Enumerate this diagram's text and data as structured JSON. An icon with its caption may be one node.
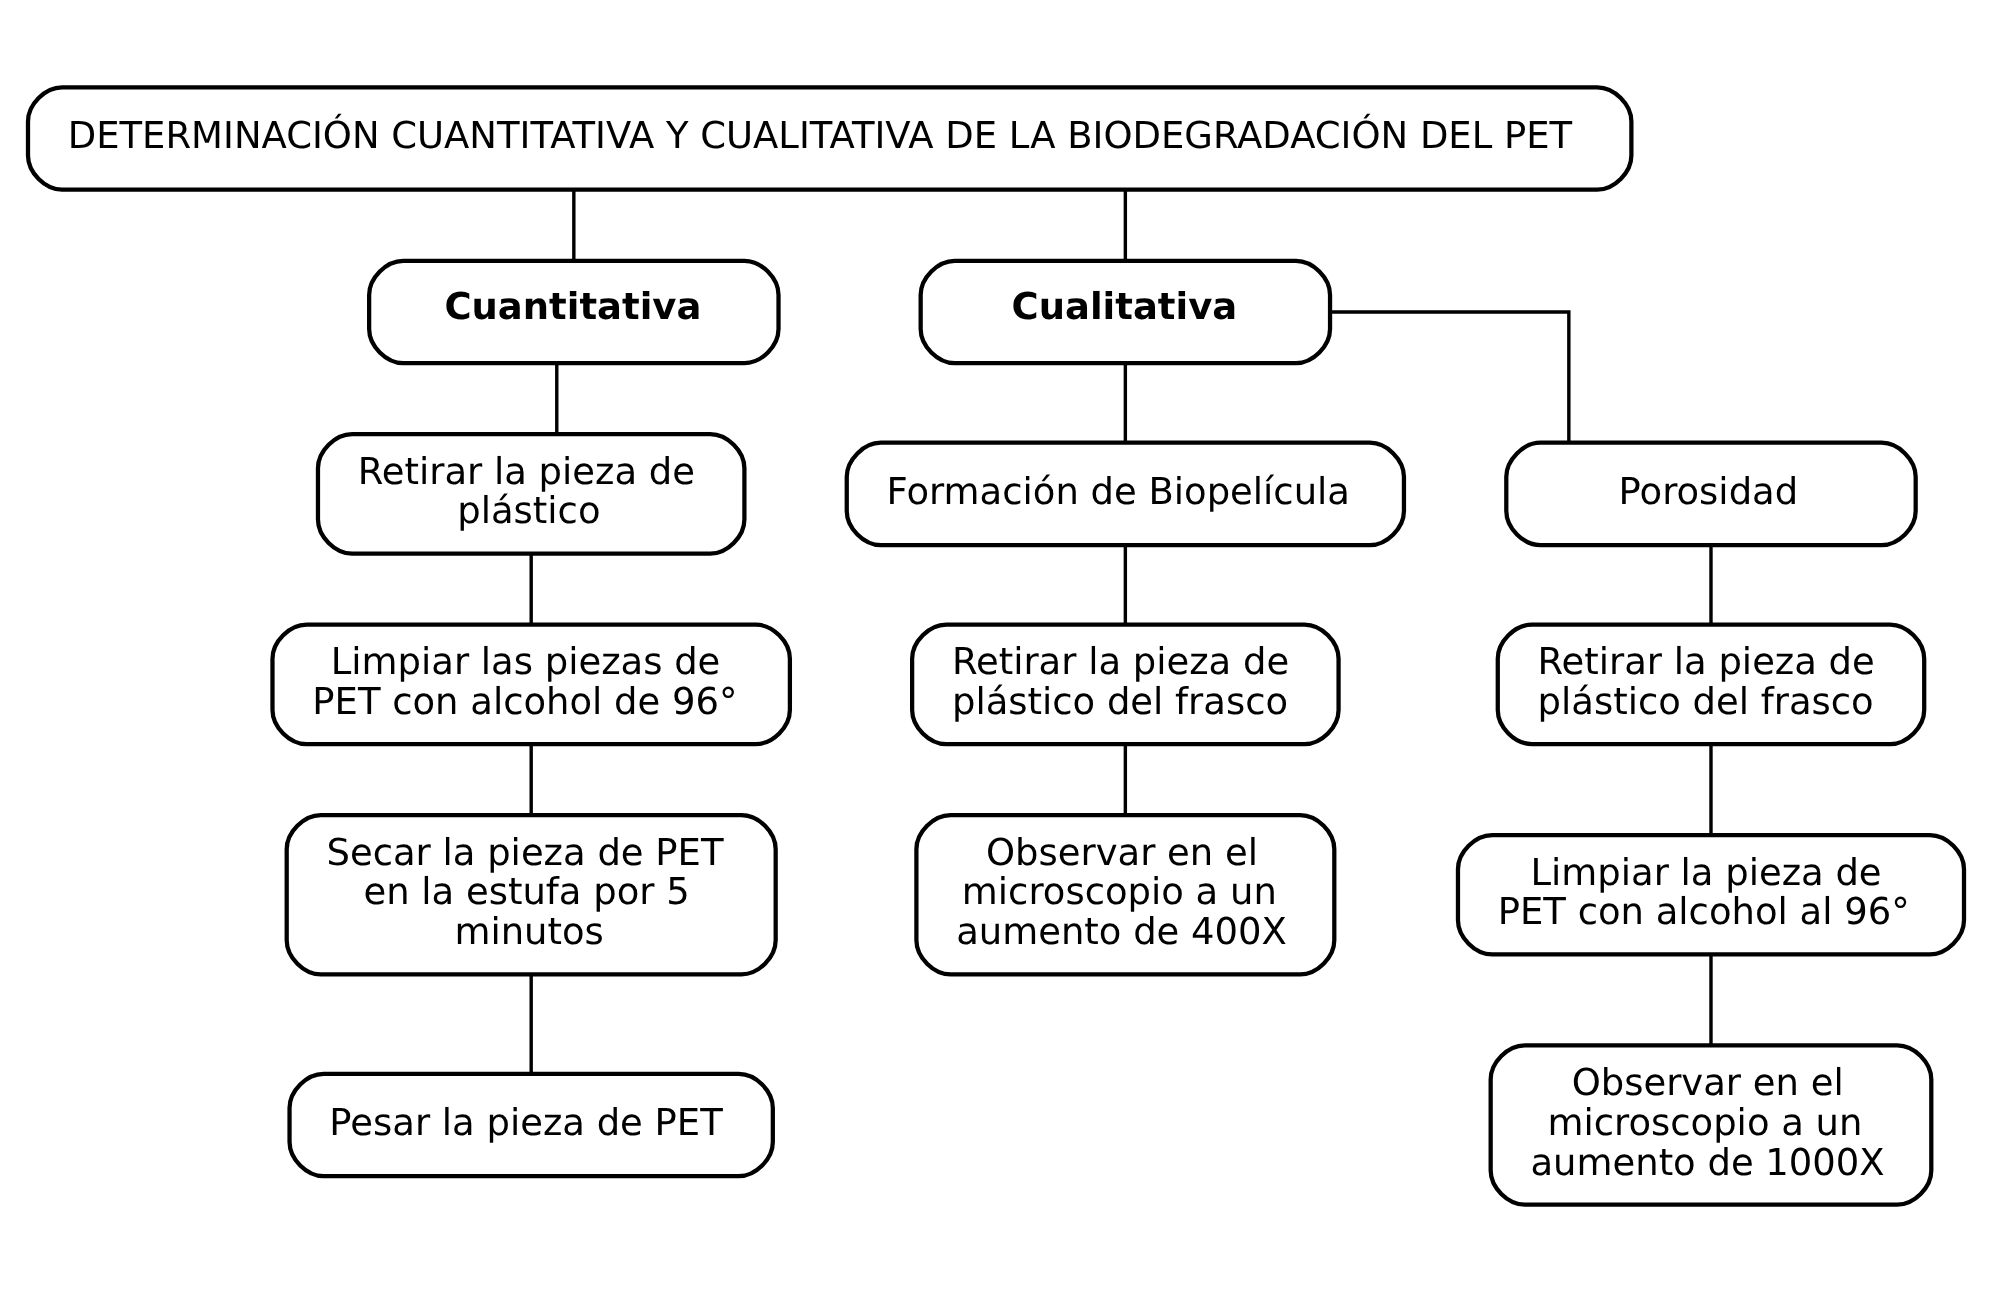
{
  "diagram": {
    "nodes": [
      {
        "text": [
          "DETERMINACIÓN CUANTITATIVA Y CUALITATIVA DE LA BIODEGRADACIÓN DEL PET"
        ]
      },
      {
        "text": [
          "Cuantitativa"
        ]
      },
      {
        "text": [
          "Cualitativa"
        ]
      },
      {
        "text": [
          "Retirar la pieza de plástico"
        ]
      },
      {
        "text": [
          "Limpiar las piezas de PET con alcohol de 96°"
        ]
      },
      {
        "text": [
          "Secar la pieza de PET en la estufa por 5 minutos"
        ]
      },
      {
        "text": [
          "Pesar la pieza de PET"
        ]
      },
      {
        "text": [
          "Formación de Biopelícula"
        ]
      },
      {
        "text": [
          "Porosidad"
        ]
      },
      {
        "text": [
          "Retirar la pieza de plástico del frasco"
        ]
      },
      {
        "text": [
          "Observar en el microscopio a un aumento de 400X"
        ]
      },
      {
        "text": [
          "Retirar la pieza de plástico del frasco"
        ]
      },
      {
        "text": [
          "Limpiar la pieza de PET con alcohol al 96°"
        ]
      },
      {
        "text": [
          "Observar en el microscopio a un aumento de 1000X"
        ]
      }
    ],
    "edges": [
      {
        "from": 0,
        "to": 1,
        "arrow": "none"
      },
      {
        "from": 0,
        "to": 2,
        "arrow": "none"
      },
      {
        "from": 1,
        "to": 3,
        "arrow": "none"
      },
      {
        "from": 3,
        "to": 4,
        "arrow": "none"
      },
      {
        "from": 4,
        "to": 5,
        "arrow": "none"
      },
      {
        "from": 5,
        "to": 6,
        "arrow": "none"
      },
      {
        "from": 2,
        "to": 7,
        "arrow": "none"
      },
      {
        "from": 2,
        "to": 8,
        "arrow": "none"
      },
      {
        "from": 7,
        "to": 9,
        "arrow": "none"
      },
      {
        "from": 9,
        "to": 10,
        "arrow": "none"
      },
      {
        "from": 8,
        "to": 11,
        "arrow": "none"
      },
      {
        "from": 11,
        "to": 12,
        "arrow": "none"
      },
      {
        "from": 12,
        "to": 13,
        "arrow": "none"
      }
    ]
  }
}
